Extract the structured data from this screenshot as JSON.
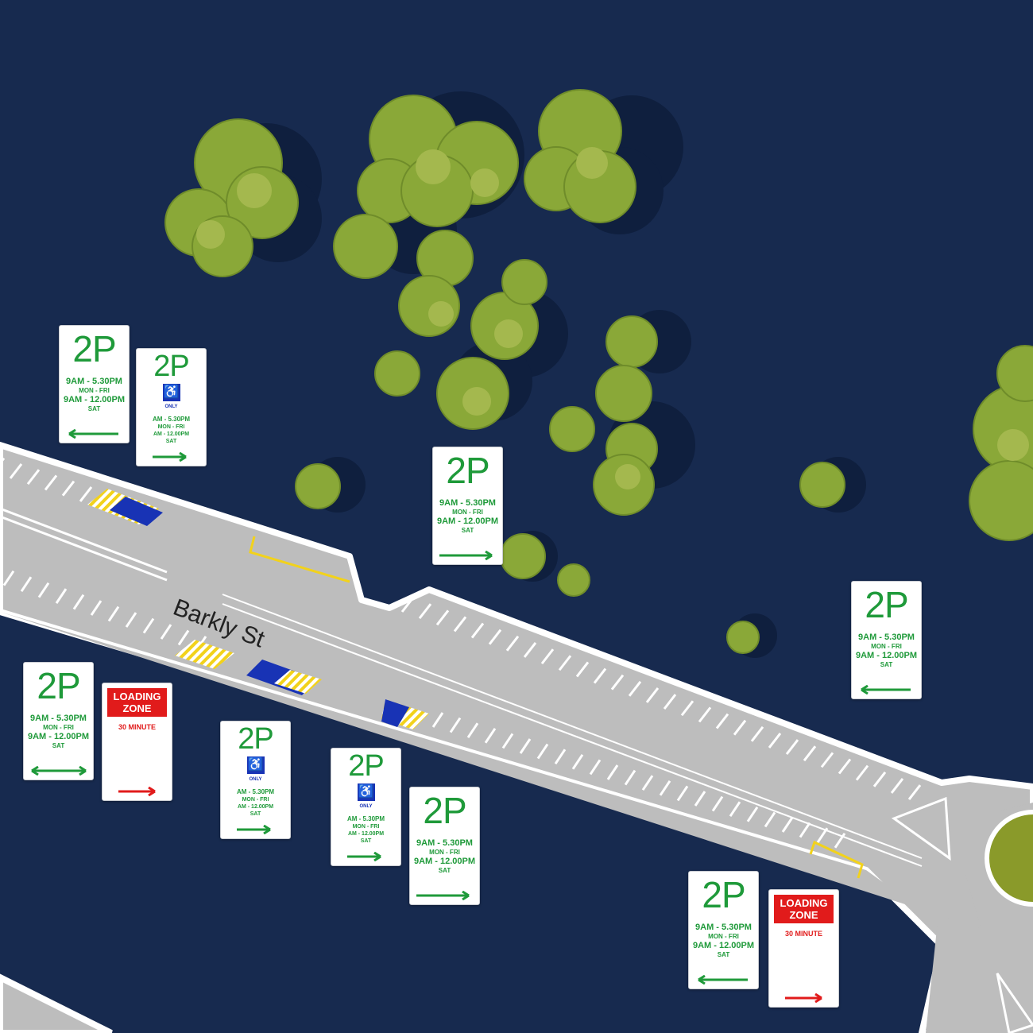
{
  "map": {
    "street_name": "Barkly St",
    "colors": {
      "background": "#172a4f",
      "road": "#bdbdbd",
      "kerb": "#ffffff",
      "accessible_bay": "#1833b5",
      "hatch": "#f2d21b",
      "tree": "#8aa838"
    }
  },
  "signs": {
    "s1": {
      "big": "2P",
      "l1": "9AM - 5.30PM",
      "l2": "MON - FRI",
      "l3": "9AM - 12.00PM",
      "l4": "SAT",
      "arrow": "left"
    },
    "s2": {
      "big": "2P",
      "only": "ONLY",
      "l1": "AM - 5.30PM",
      "l2": "MON - FRI",
      "l3": "AM - 12.00PM",
      "l4": "SAT",
      "arrow": "right"
    },
    "s3": {
      "big": "2P",
      "l1": "9AM - 5.30PM",
      "l2": "MON - FRI",
      "l3": "9AM - 12.00PM",
      "l4": "SAT",
      "arrow": "right"
    },
    "s4": {
      "big": "2P",
      "l1": "9AM - 5.30PM",
      "l2": "MON - FRI",
      "l3": "9AM - 12.00PM",
      "l4": "SAT",
      "arrow": "left"
    },
    "s5": {
      "big": "2P",
      "l1": "9AM - 5.30PM",
      "l2": "MON - FRI",
      "l3": "9AM - 12.00PM",
      "l4": "SAT",
      "arrow": "both"
    },
    "s6": {
      "lz1": "LOADING",
      "lz2": "ZONE",
      "lz3": "30 MINUTE",
      "arrow": "right"
    },
    "s7": {
      "big": "2P",
      "only": "ONLY",
      "l1": "AM - 5.30PM",
      "l2": "MON - FRI",
      "l3": "AM - 12.00PM",
      "l4": "SAT",
      "arrow": "right"
    },
    "s8": {
      "big": "2P",
      "only": "ONLY",
      "l1": "AM - 5.30PM",
      "l2": "MON - FRI",
      "l3": "AM - 12.00PM",
      "l4": "SAT",
      "arrow": "right"
    },
    "s9": {
      "big": "2P",
      "l1": "9AM - 5.30PM",
      "l2": "MON - FRI",
      "l3": "9AM - 12.00PM",
      "l4": "SAT",
      "arrow": "right"
    },
    "s10": {
      "big": "2P",
      "l1": "9AM - 5.30PM",
      "l2": "MON - FRI",
      "l3": "9AM - 12.00PM",
      "l4": "SAT",
      "arrow": "left"
    },
    "s11": {
      "lz1": "LOADING",
      "lz2": "ZONE",
      "lz3": "30 MINUTE",
      "arrow": "right"
    }
  }
}
